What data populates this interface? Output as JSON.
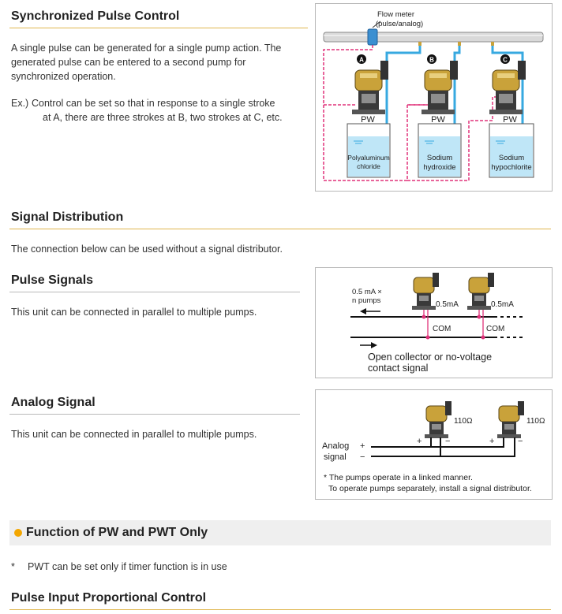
{
  "sync": {
    "title": "Synchronized Pulse Control",
    "paragraph": "A single pulse can be generated for a single pump action. The generated pulse can be entered to a second pump for synchronized operation.",
    "example_prefix": "Ex.)",
    "example_line1": "Control can be set so that in response to a single stroke",
    "example_line2": "at A, there are three strokes at B, two strokes at C, etc.",
    "diagram": {
      "flow_meter": "Flow meter",
      "flow_meter_sub": "(pulse/analog)",
      "pump_labels": [
        "A",
        "B",
        "C"
      ],
      "pump_model": "PW",
      "tanks": [
        {
          "line1": "Polyaluminum",
          "line2": "chloride"
        },
        {
          "line1": "Sodium",
          "line2": "hydroxide"
        },
        {
          "line1": "Sodium",
          "line2": "hypochlorite"
        }
      ]
    }
  },
  "signal_distribution": {
    "title": "Signal Distribution",
    "paragraph": "The connection below can be used without a signal distributor."
  },
  "pulse_signals": {
    "title": "Pulse Signals",
    "paragraph": "This unit can be connected in parallel to multiple pumps.",
    "diagram": {
      "current_line1": "0.5 mA ×",
      "current_line2": "n pumps",
      "pump_current": "0.5mA",
      "com": "COM",
      "caption_line1": "Open collector or no-voltage",
      "caption_line2": "contact signal"
    }
  },
  "analog_signal": {
    "title": "Analog Signal",
    "paragraph": "This unit can be connected in parallel to multiple pumps.",
    "diagram": {
      "resistance": "110Ω",
      "plus": "+",
      "minus": "−",
      "analog_line1": "Analog",
      "analog_line2": "signal",
      "note_line1": "* The pumps operate in a linked manner.",
      "note_line2": "To operate pumps separately, install a signal distributor."
    }
  },
  "function": {
    "title": "Function of PW and PWT Only",
    "note_mark": "*",
    "note": "PWT can be set only if timer function is in use"
  },
  "pulse_input": {
    "title": "Pulse Input Proportional Control"
  },
  "colors": {
    "accent_gold": "#e0b64e",
    "signal_magenta": "#e0327a",
    "water_blue": "#bfe6f7",
    "pipe_blue": "#37a9e0",
    "bullet_orange": "#f3a600"
  }
}
